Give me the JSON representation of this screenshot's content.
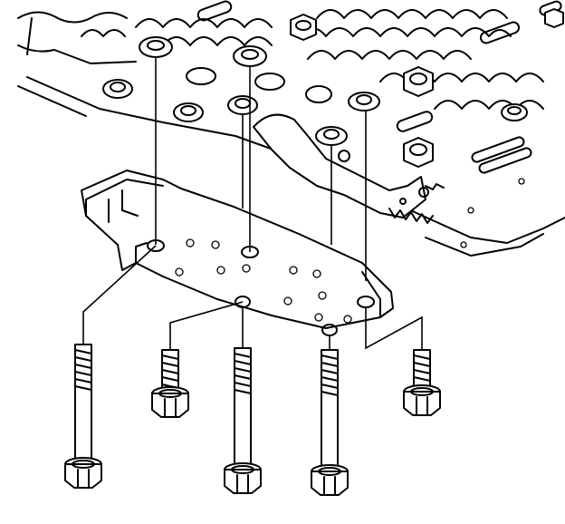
{
  "figure": {
    "type": "exploded-assembly-line-drawing",
    "ink_color": "#000000",
    "background_color": "#ffffff",
    "parts": [
      "valve-body-assembly",
      "accumulator-cover-plate",
      "long-bolt",
      "short-bolt"
    ],
    "long_bolt_count": 3,
    "short_bolt_count": 2
  }
}
